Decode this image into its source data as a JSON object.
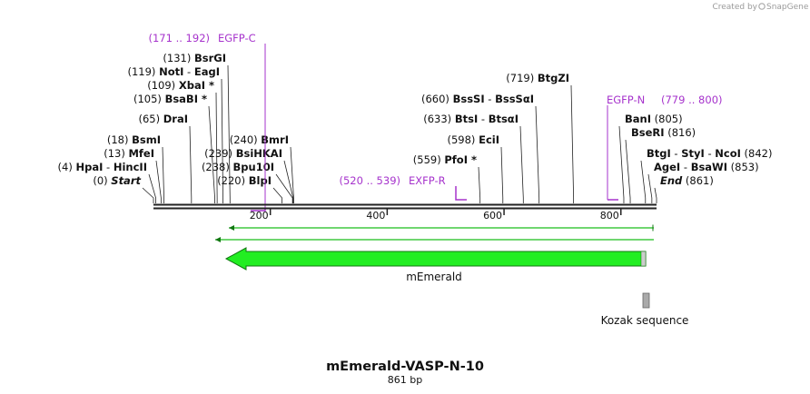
{
  "header": {
    "credit_prefix": "Created by",
    "credit_brand": "SnapGene"
  },
  "plasmid": {
    "name": "mEmerald-VASP-N-10",
    "length_label": "861 bp",
    "length": 861
  },
  "colors": {
    "feature_fill": "#22ee22",
    "feature_stroke": "#117711",
    "primer": "#a633cc",
    "kozak": "#aaaaaa",
    "line": "#222222"
  },
  "ticks": [
    {
      "pos": 200,
      "label": "200"
    },
    {
      "pos": 400,
      "label": "400"
    },
    {
      "pos": 600,
      "label": "600"
    },
    {
      "pos": 800,
      "label": "800"
    }
  ],
  "sites": [
    {
      "pos": 0,
      "num": "(0)",
      "name": "Start",
      "italic": true
    },
    {
      "pos": 4,
      "num": "(4)",
      "name": "HpaI",
      "name2": "HincII"
    },
    {
      "pos": 13,
      "num": "(13)",
      "name": "MfeI"
    },
    {
      "pos": 18,
      "num": "(18)",
      "name": "BsmI"
    },
    {
      "pos": 65,
      "num": "(65)",
      "name": "DraI"
    },
    {
      "pos": 105,
      "num": "(105)",
      "name": "BsaBI *"
    },
    {
      "pos": 109,
      "num": "(109)",
      "name": "XbaI *"
    },
    {
      "pos": 119,
      "num": "(119)",
      "name": "NotI",
      "name2": "EagI"
    },
    {
      "pos": 131,
      "num": "(131)",
      "name": "BsrGI"
    },
    {
      "pos": 220,
      "num": "(220)",
      "name": "BlpI"
    },
    {
      "pos": 238,
      "num": "(238)",
      "name": "Bpu10I"
    },
    {
      "pos": 239,
      "num": "(239)",
      "name": "BsiHKAI"
    },
    {
      "pos": 240,
      "num": "(240)",
      "name": "BmrI"
    },
    {
      "pos": 559,
      "num": "(559)",
      "name": "PfoI *"
    },
    {
      "pos": 598,
      "num": "(598)",
      "name": "EciI"
    },
    {
      "pos": 633,
      "num": "(633)",
      "name": "BtsI",
      "name2": "BtsαI"
    },
    {
      "pos": 660,
      "num": "(660)",
      "name": "BssSI",
      "name2": "BssSαI"
    },
    {
      "pos": 719,
      "num": "(719)",
      "name": "BtgZI"
    },
    {
      "pos": 805,
      "num": "(805)",
      "name": "BanI"
    },
    {
      "pos": 816,
      "num": "(816)",
      "name": "BseRI"
    },
    {
      "pos": 842,
      "num": "(842)",
      "name": "BtgI",
      "name2": "StyI",
      "name3": "NcoI"
    },
    {
      "pos": 853,
      "num": "(853)",
      "name": "AgeI",
      "name2": "BsaWI"
    },
    {
      "pos": 861,
      "num": "(861)",
      "name": "End",
      "italic": true
    }
  ],
  "primers": [
    {
      "name": "EGFP-C",
      "range": "(171 .. 192)"
    },
    {
      "name": "EXFP-R",
      "range": "(520 .. 539)"
    },
    {
      "name": "EGFP-N",
      "range": "(779 .. 800)"
    }
  ],
  "features": [
    {
      "name": "mEmerald",
      "direction": "reverse"
    },
    {
      "name": "Kozak sequence"
    }
  ]
}
